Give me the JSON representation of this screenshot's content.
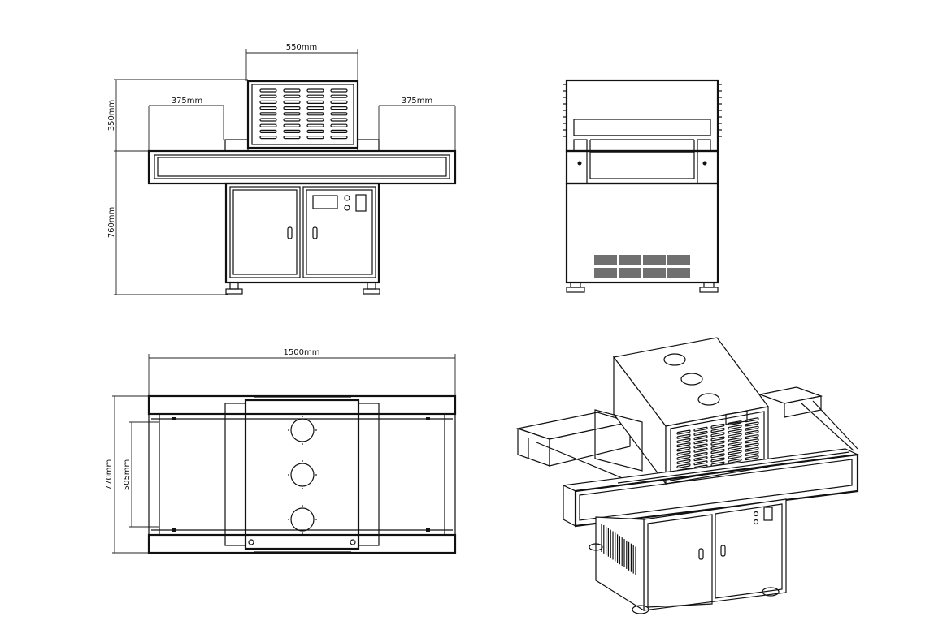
{
  "dimensions": {
    "front_top_width": "550mm",
    "front_left_arm": "375mm",
    "front_right_arm": "375mm",
    "front_hood_height": "350mm",
    "front_body_height": "760mm",
    "top_total_length": "1500mm",
    "top_total_depth": "770mm",
    "top_belt_width": "505mm"
  }
}
